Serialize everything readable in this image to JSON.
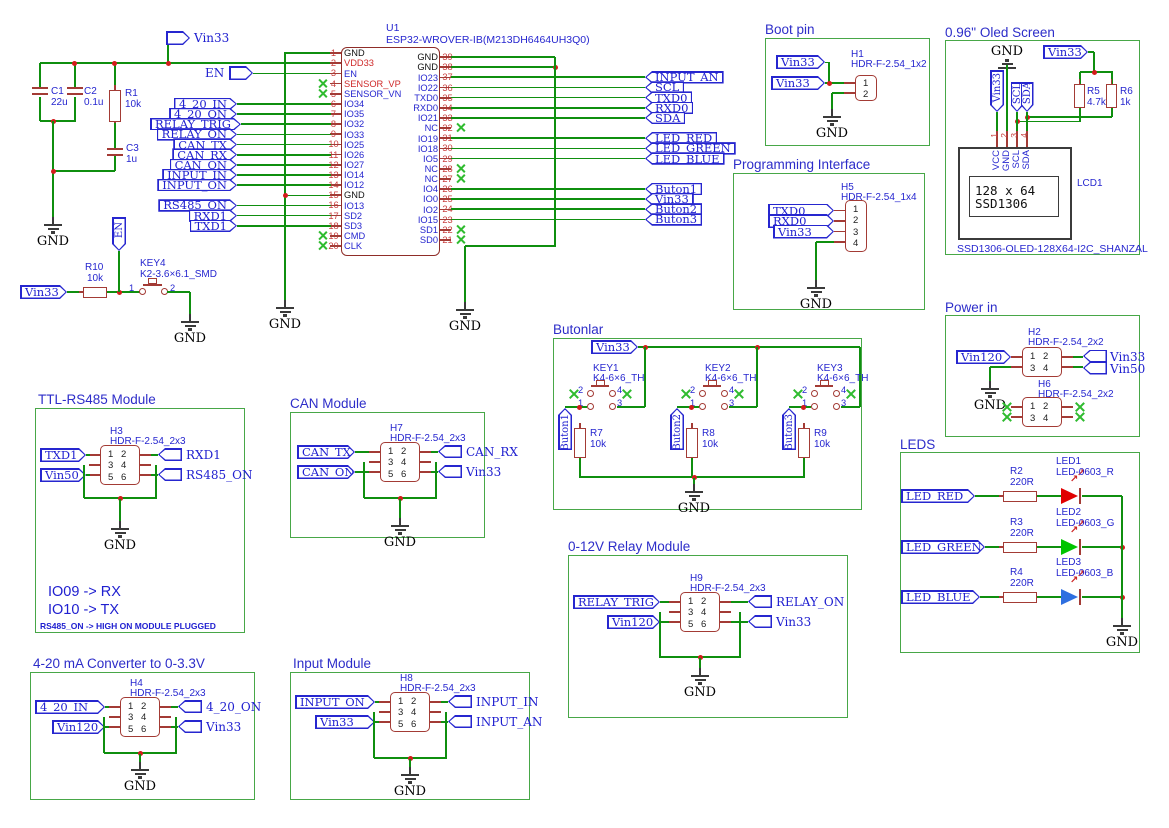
{
  "colors": {
    "wire": "#0f8f0f",
    "outline": "#a33b35",
    "chip_outline": "#8f2d28",
    "label_blue": "#2626cf",
    "net_blue": "#2020d0",
    "nc_green": "#2fbb2f",
    "junction_red": "#d31c1c",
    "box_green": "#47a747",
    "led_red": "#e00000",
    "led_green": "#00c400",
    "led_blue": "#2e6fe0"
  },
  "labels": {
    "gnd": "GND"
  },
  "top": {
    "vin33": "Vin33",
    "en": "EN",
    "c1": {
      "ref": "C1",
      "val": "22u"
    },
    "c2": {
      "ref": "C2",
      "val": "0.1u"
    },
    "r1": {
      "ref": "R1",
      "val": "10k"
    },
    "c3": {
      "ref": "C3",
      "val": "1u"
    }
  },
  "reset": {
    "vin": "Vin33",
    "r10": "R10",
    "r10v": "10k",
    "en": "EN",
    "key": "KEY4",
    "keyv": "K2-3.6×6.1_SMD",
    "p1": "1",
    "p2": "2"
  },
  "u1": {
    "ref": "U1",
    "value": "ESP32-WROVER-IB(M213DH6464UH3Q0)",
    "left_pins": [
      {
        "num": "1",
        "name": "GND",
        "cls": "k"
      },
      {
        "num": "2",
        "name": "VDD33",
        "cls": "r"
      },
      {
        "num": "3",
        "name": "EN",
        "cls": ""
      },
      {
        "num": "4",
        "name": "SENSOR_VP",
        "cls": "r",
        "nc": true
      },
      {
        "num": "5",
        "name": "SENSOR_VN",
        "cls": "",
        "nc": true
      },
      {
        "num": "6",
        "name": "IO34",
        "cls": ""
      },
      {
        "num": "7",
        "name": "IO35",
        "cls": ""
      },
      {
        "num": "8",
        "name": "IO32",
        "cls": ""
      },
      {
        "num": "9",
        "name": "IO33",
        "cls": ""
      },
      {
        "num": "10",
        "name": "IO25",
        "cls": ""
      },
      {
        "num": "11",
        "name": "IO26",
        "cls": ""
      },
      {
        "num": "12",
        "name": "IO27",
        "cls": ""
      },
      {
        "num": "13",
        "name": "IO14",
        "cls": ""
      },
      {
        "num": "14",
        "name": "IO12",
        "cls": ""
      },
      {
        "num": "15",
        "name": "GND",
        "cls": "k"
      },
      {
        "num": "16",
        "name": "IO13",
        "cls": ""
      },
      {
        "num": "17",
        "name": "SD2",
        "cls": ""
      },
      {
        "num": "18",
        "name": "SD3",
        "cls": ""
      },
      {
        "num": "19",
        "name": "CMD",
        "cls": "",
        "nc": true
      },
      {
        "num": "20",
        "name": "CLK",
        "cls": "",
        "nc": true
      }
    ],
    "right_pins": [
      {
        "num": "39",
        "name": "GND",
        "cls": "k"
      },
      {
        "num": "38",
        "name": "GND",
        "cls": "k"
      },
      {
        "num": "37",
        "name": "IO23",
        "cls": ""
      },
      {
        "num": "36",
        "name": "IO22",
        "cls": ""
      },
      {
        "num": "35",
        "name": "TXD0",
        "cls": ""
      },
      {
        "num": "34",
        "name": "RXD0",
        "cls": ""
      },
      {
        "num": "33",
        "name": "IO21",
        "cls": ""
      },
      {
        "num": "32",
        "name": "NC",
        "cls": "",
        "nc": true
      },
      {
        "num": "31",
        "name": "IO19",
        "cls": ""
      },
      {
        "num": "30",
        "name": "IO18",
        "cls": ""
      },
      {
        "num": "29",
        "name": "IO5",
        "cls": ""
      },
      {
        "num": "28",
        "name": "NC",
        "cls": "",
        "nc": true
      },
      {
        "num": "27",
        "name": "NC",
        "cls": "",
        "nc": true
      },
      {
        "num": "26",
        "name": "IO4",
        "cls": ""
      },
      {
        "num": "25",
        "name": "IO0",
        "cls": ""
      },
      {
        "num": "24",
        "name": "IO2",
        "cls": ""
      },
      {
        "num": "23",
        "name": "IO15",
        "cls": ""
      },
      {
        "num": "22",
        "name": "SD1",
        "cls": "",
        "nc": true
      },
      {
        "num": "21",
        "name": "SD0",
        "cls": "",
        "nc": true
      }
    ],
    "left_flags": [
      "4_20_IN",
      "4_20_ON",
      "RELAY_TRIG",
      "RELAY_ON",
      "CAN_TX",
      "CAN_RX",
      "CAN_ON",
      "INPUT_IN",
      "INPUT_ON"
    ],
    "left_flags2": [
      "RS485_ON",
      "RXD1",
      "TXD1"
    ],
    "right_flags": [
      "",
      "",
      "INPUT_AN",
      "SCL",
      "TXD0",
      "RXD0",
      "SDA",
      "",
      "LED_RED",
      "LED_GREEN",
      "LED_BLUE",
      "",
      "",
      "Buton1",
      "Vin33",
      "Buton2",
      "Buton3",
      "",
      ""
    ]
  },
  "boot": {
    "title": "Boot pin",
    "ref": "H1",
    "part": "HDR-F-2.54_1x2",
    "p1": "1",
    "p2": "2",
    "vin_a": "Vin33",
    "vin_b": "Vin33"
  },
  "oled": {
    "title": "0.96\" Oled Screen",
    "vin": "Vin33",
    "vin_v": "Vin33",
    "scl": "SCL",
    "sda": "SDA",
    "r5": "R5",
    "r5v": "4.7k",
    "r6": "R6",
    "r6v": "1k",
    "pins": [
      "1",
      "2",
      "3",
      "4"
    ],
    "pin_labels": [
      "VCC",
      "GND",
      "SCL",
      "SDA"
    ],
    "lcd_ref": "LCD1",
    "line1": "128 x 64",
    "line2": "SSD1306",
    "caption": "SSD1306-OLED-128X64-I2C_SHANZAL"
  },
  "prog": {
    "title": "Programming Interface",
    "ref": "H5",
    "part": "HDR-F-2.54_1x4",
    "pins": [
      "1",
      "2",
      "3",
      "4"
    ],
    "f1": "TXD0",
    "f2": "RXD0",
    "f3": "Vin33"
  },
  "butonlar": {
    "title": "Butonlar",
    "vin": "Vin33",
    "keys": [
      {
        "ref": "KEY1",
        "part": "K4-6×6_TH",
        "flag": "Buton1",
        "res": "R7",
        "resv": "10k",
        "p1": "1",
        "p2": "2",
        "p3": "3",
        "p4": "4"
      },
      {
        "ref": "KEY2",
        "part": "K4-6×6_TH",
        "flag": "Buton2",
        "res": "R8",
        "resv": "10k",
        "p1": "1",
        "p2": "2",
        "p3": "3",
        "p4": "4"
      },
      {
        "ref": "KEY3",
        "part": "K4-6×6_TH",
        "flag": "Buton3",
        "res": "R9",
        "resv": "10k",
        "p1": "1",
        "p2": "2",
        "p3": "3",
        "p4": "4"
      }
    ]
  },
  "powerin": {
    "title": "Power in",
    "vin120": "Vin120",
    "vin33": "Vin33",
    "vin50": "Vin50",
    "h2": {
      "ref": "H2",
      "part": "HDR-F-2.54_2x2",
      "pins": [
        "1",
        "2",
        "3",
        "4"
      ]
    },
    "h6": {
      "ref": "H6",
      "part": "HDR-F-2.54_2x2",
      "pins": [
        "1",
        "2",
        "3",
        "4"
      ]
    }
  },
  "leds": {
    "title": "LEDS",
    "rows": [
      {
        "flag": "LED_RED",
        "res": "R2",
        "resv": "220R",
        "led": "LED1",
        "part": "LED-0603_R",
        "color": "#e00000"
      },
      {
        "flag": "LED_GREEN",
        "res": "R3",
        "resv": "220R",
        "led": "LED2",
        "part": "LED-0603_G",
        "color": "#00c400"
      },
      {
        "flag": "LED_BLUE",
        "res": "R4",
        "resv": "220R",
        "led": "LED3",
        "part": "LED-0603_B",
        "color": "#2e6fe0"
      }
    ]
  },
  "rs485": {
    "title": "TTL-RS485 Module",
    "ref": "H3",
    "part": "HDR-F-2.54_2x3",
    "pins": [
      "1",
      "2",
      "3",
      "4",
      "5",
      "6"
    ],
    "txd1": "TXD1",
    "vin50": "Vin50",
    "rxd1": "RXD1",
    "rs485_on": "RS485_ON",
    "note1": "IO09 -> RX",
    "note2": "IO10 -> TX",
    "note3": "RS485_ON -> HIGH ON MODULE PLUGGED"
  },
  "can": {
    "title": "CAN Module",
    "ref": "H7",
    "part": "HDR-F-2.54_2x3",
    "pins": [
      "1",
      "2",
      "3",
      "4",
      "5",
      "6"
    ],
    "can_tx": "CAN_TX",
    "can_on": "CAN_ON",
    "can_rx": "CAN_RX",
    "vin33": "Vin33"
  },
  "relay": {
    "title": "0-12V Relay Module",
    "ref": "H9",
    "part": "HDR-F-2.54_2x3",
    "pins": [
      "1",
      "2",
      "3",
      "4",
      "5",
      "6"
    ],
    "trig": "RELAY_TRIG",
    "vin120": "Vin120",
    "on": "RELAY_ON",
    "vin33": "Vin33"
  },
  "conv": {
    "title": "4-20 mA Converter to 0-3.3V",
    "ref": "H4",
    "part": "HDR-F-2.54_2x3",
    "pins": [
      "1",
      "2",
      "3",
      "4",
      "5",
      "6"
    ],
    "in": "4_20_IN",
    "vin120": "Vin120",
    "on": "4_20_ON",
    "vin33": "Vin33"
  },
  "input": {
    "title": "Input Module",
    "ref": "H8",
    "part": "HDR-F-2.54_2x3",
    "pins": [
      "1",
      "2",
      "3",
      "4",
      "5",
      "6"
    ],
    "on": "INPUT_ON",
    "vin33": "Vin33",
    "in": "INPUT_IN",
    "an": "INPUT_AN"
  }
}
